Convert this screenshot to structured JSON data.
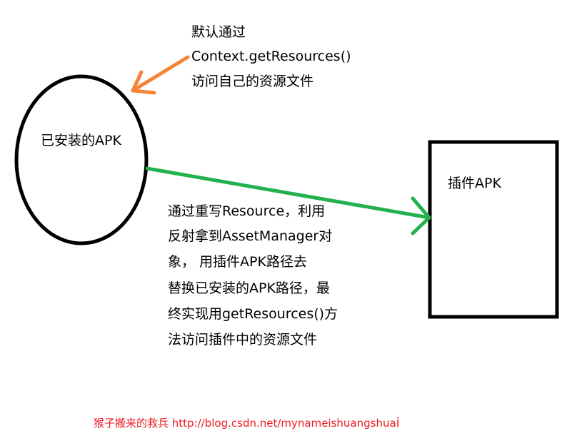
{
  "nodes": {
    "installed_apk": {
      "label": "已安装的APK"
    },
    "plugin_apk": {
      "label": "插件APK"
    }
  },
  "annotations": {
    "default_access": {
      "lines": [
        "默认通过",
        "Context.getResources()",
        "访问自己的资源文件"
      ]
    },
    "override_access": {
      "lines": [
        "通过重写Resource，利用",
        "反射拿到AssetManager对",
        "象，        用插件APK路径去",
        "替换已安装的APK路径，最",
        "终实现用getResources()方",
        "法访问插件中的资源文件"
      ]
    }
  },
  "edges": [
    {
      "from": "annotation.default_access",
      "to": "installed_apk",
      "color": "#f58436"
    },
    {
      "from": "installed_apk",
      "to": "plugin_apk",
      "color": "#22b14c"
    }
  ],
  "watermark": {
    "text": "猴子搬来的救兵 http://blog.csdn.net/mynameishuangshua",
    "suffix": "i",
    "color": "#ed1c24"
  }
}
